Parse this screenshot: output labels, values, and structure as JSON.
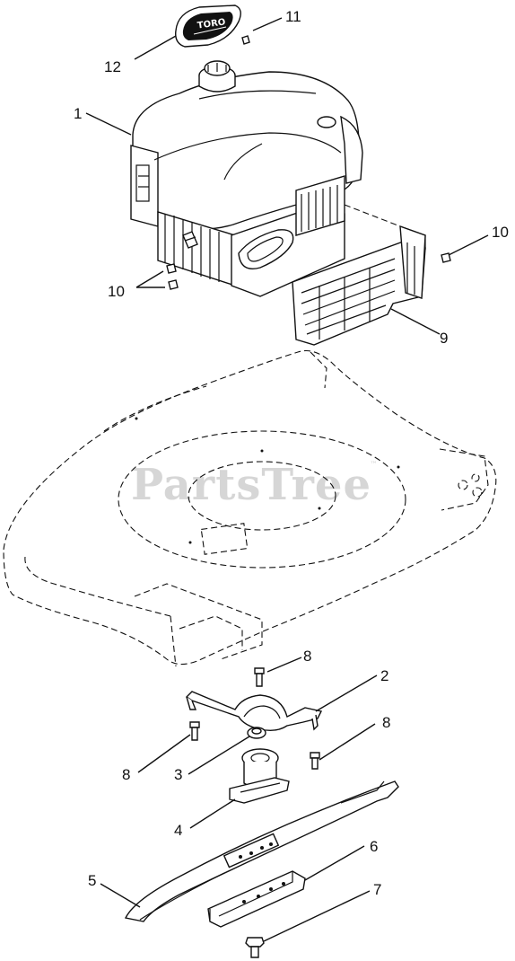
{
  "watermark": {
    "text": "PartsTree",
    "trademark": "™"
  },
  "decal_logo": "TORO",
  "callouts": {
    "c1": "1",
    "c2": "2",
    "c3": "3",
    "c4": "4",
    "c5": "5",
    "c6": "6",
    "c7": "7",
    "c8a": "8",
    "c8b": "8",
    "c8c": "8",
    "c9": "9",
    "c10a": "10",
    "c10b": "10",
    "c11": "11",
    "c12": "12"
  }
}
